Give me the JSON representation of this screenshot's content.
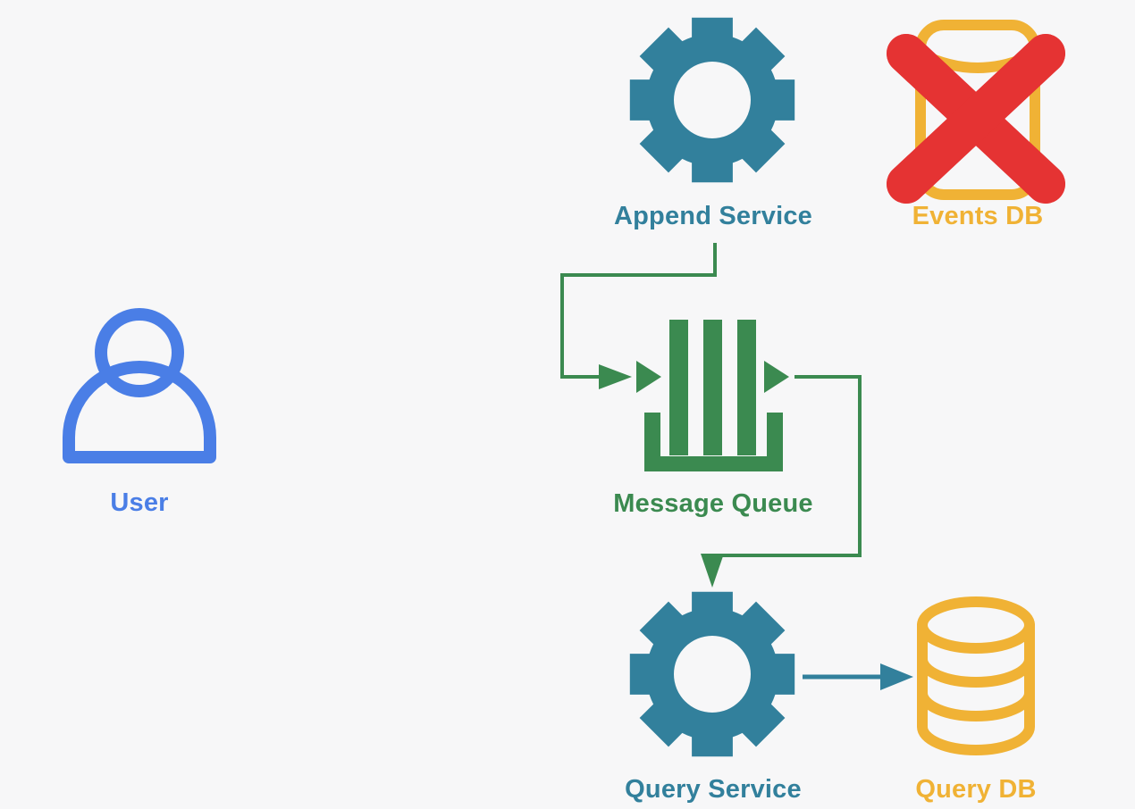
{
  "colors": {
    "background": "#f7f7f8",
    "user": "#4a7ee6",
    "service": "#32809c",
    "queue": "#3b8a50",
    "database": "#f0b235",
    "cross": "#e53333"
  },
  "nodes": {
    "user": {
      "label": "User",
      "icon": "user-icon"
    },
    "append_service": {
      "label": "Append Service",
      "icon": "gear-icon"
    },
    "events_db": {
      "label": "Events DB",
      "icon": "database-icon",
      "status": "crossed-out",
      "status_icon": "cross-icon"
    },
    "message_queue": {
      "label": "Message Queue",
      "icon": "queue-icon"
    },
    "query_service": {
      "label": "Query Service",
      "icon": "gear-icon"
    },
    "query_db": {
      "label": "Query DB",
      "icon": "database-icon"
    }
  },
  "edges": [
    {
      "from": "append_service",
      "to": "message_queue"
    },
    {
      "from": "message_queue",
      "to": "query_service"
    },
    {
      "from": "query_service",
      "to": "query_db"
    }
  ]
}
